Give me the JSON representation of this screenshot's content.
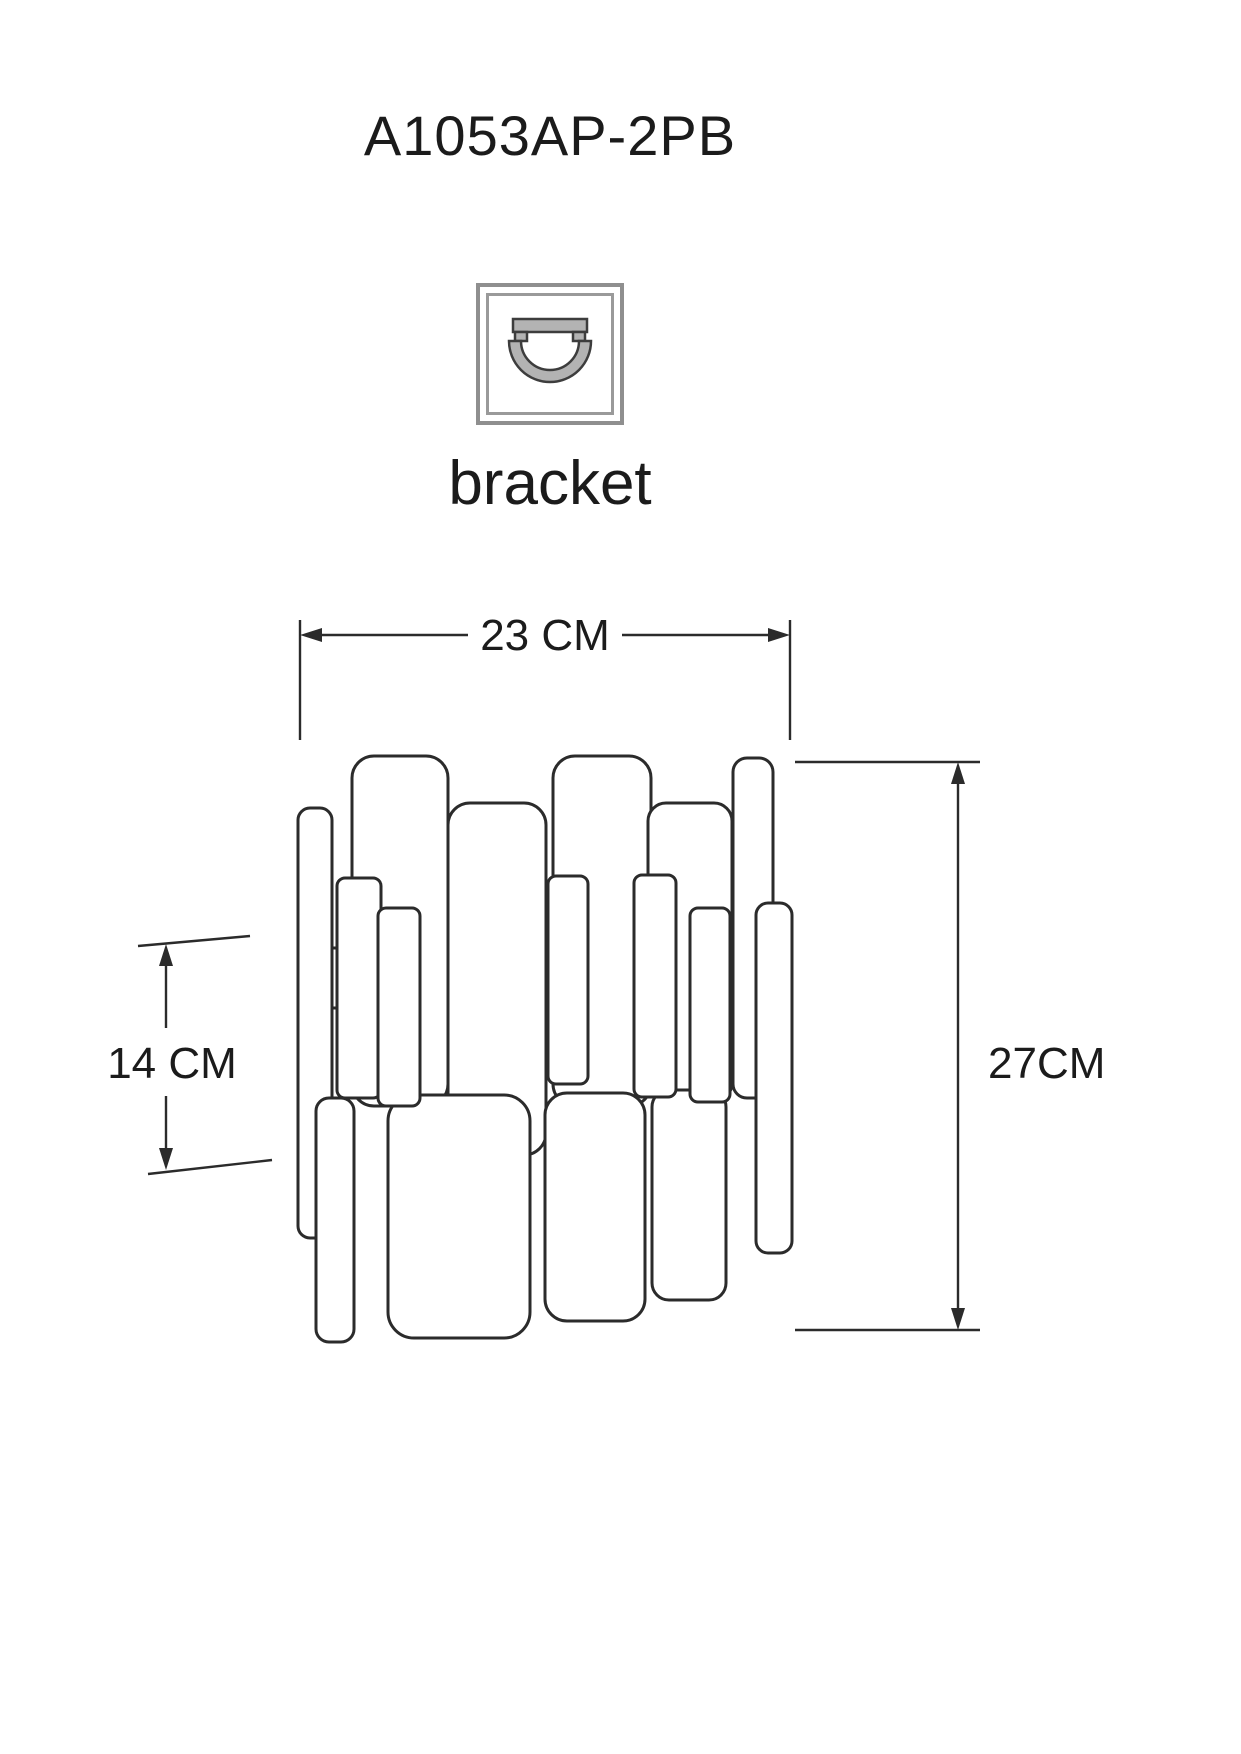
{
  "page": {
    "title": "A1053AP-2PB",
    "type_label": "bracket"
  },
  "icon": {
    "name": "bracket-top-view-icon"
  },
  "dimensions": {
    "width": "23 CM",
    "height": "27CM",
    "depth": "14 CM"
  },
  "colors": {
    "line": "#2b2b2b",
    "icon_gray": "#b3b3b3",
    "icon_border": "#8f8f8f",
    "background": "#ffffff"
  }
}
